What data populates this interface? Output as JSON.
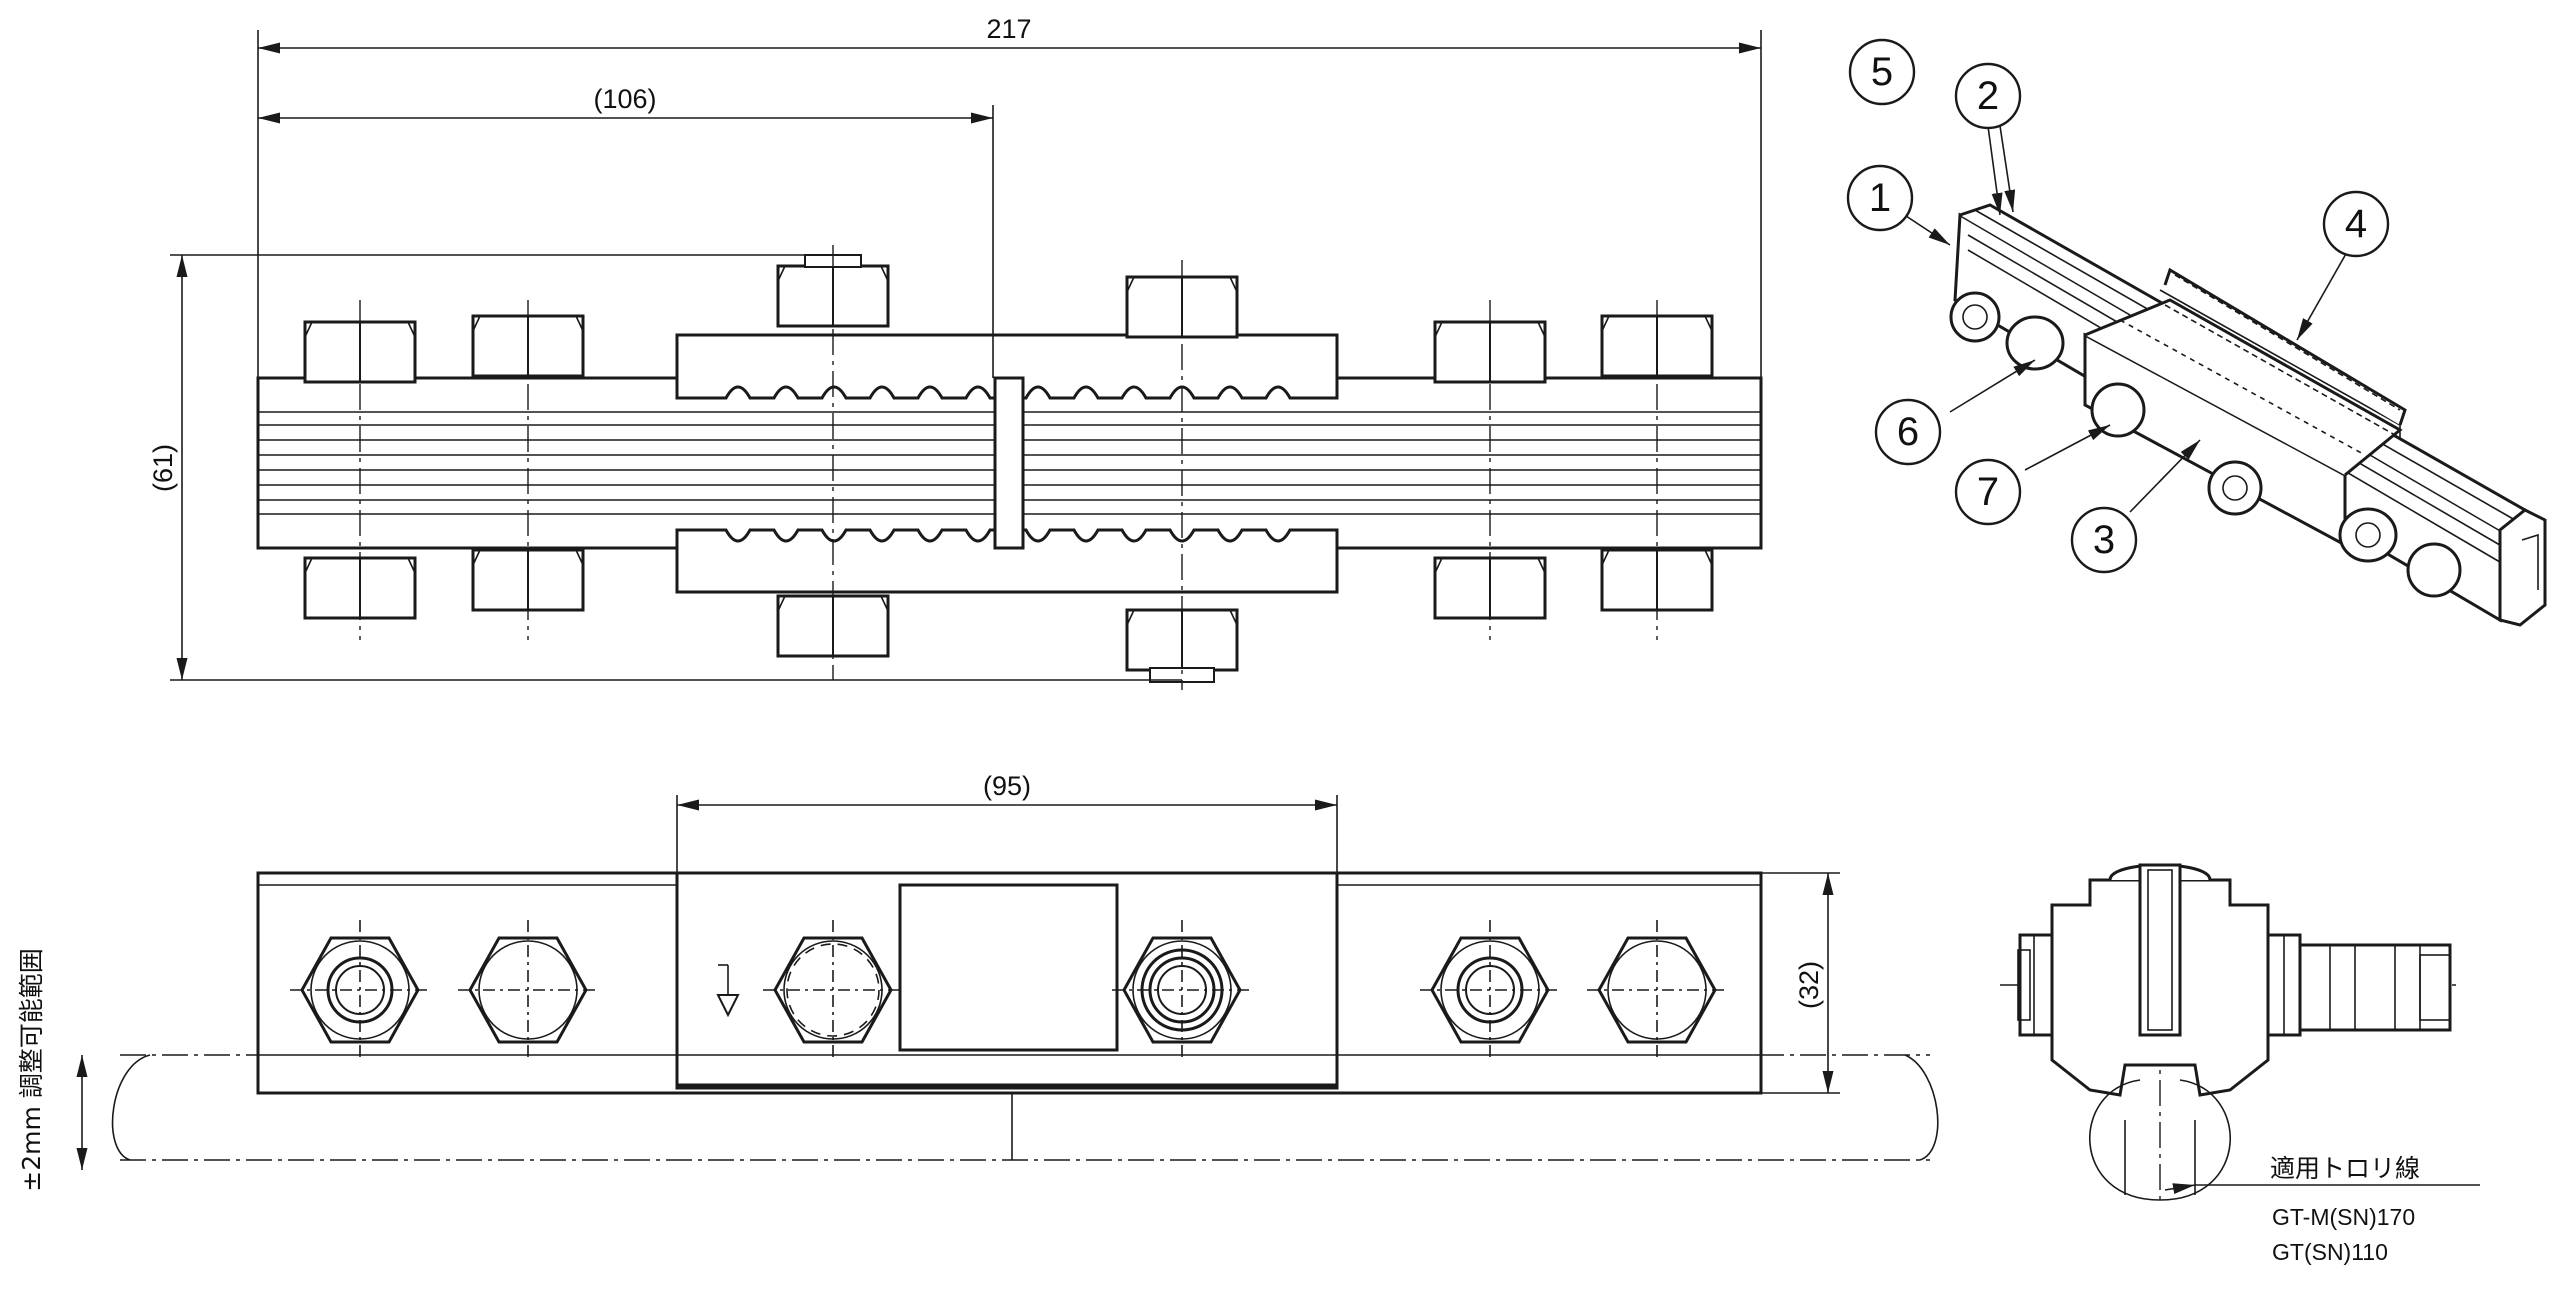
{
  "dimensions": {
    "overall_length": "217",
    "half_length": "(106)",
    "height_top_view": "(61)",
    "clamp_length": "(95)",
    "height_side_view": "(32)"
  },
  "balloons": [
    "1",
    "2",
    "3",
    "4",
    "5",
    "6",
    "7"
  ],
  "adjust_note": "±2mm 調整可能範囲",
  "trolley_label": "適用トロリ線",
  "trolley_types": [
    "GT-M(SN)170",
    "GT(SN)110"
  ]
}
